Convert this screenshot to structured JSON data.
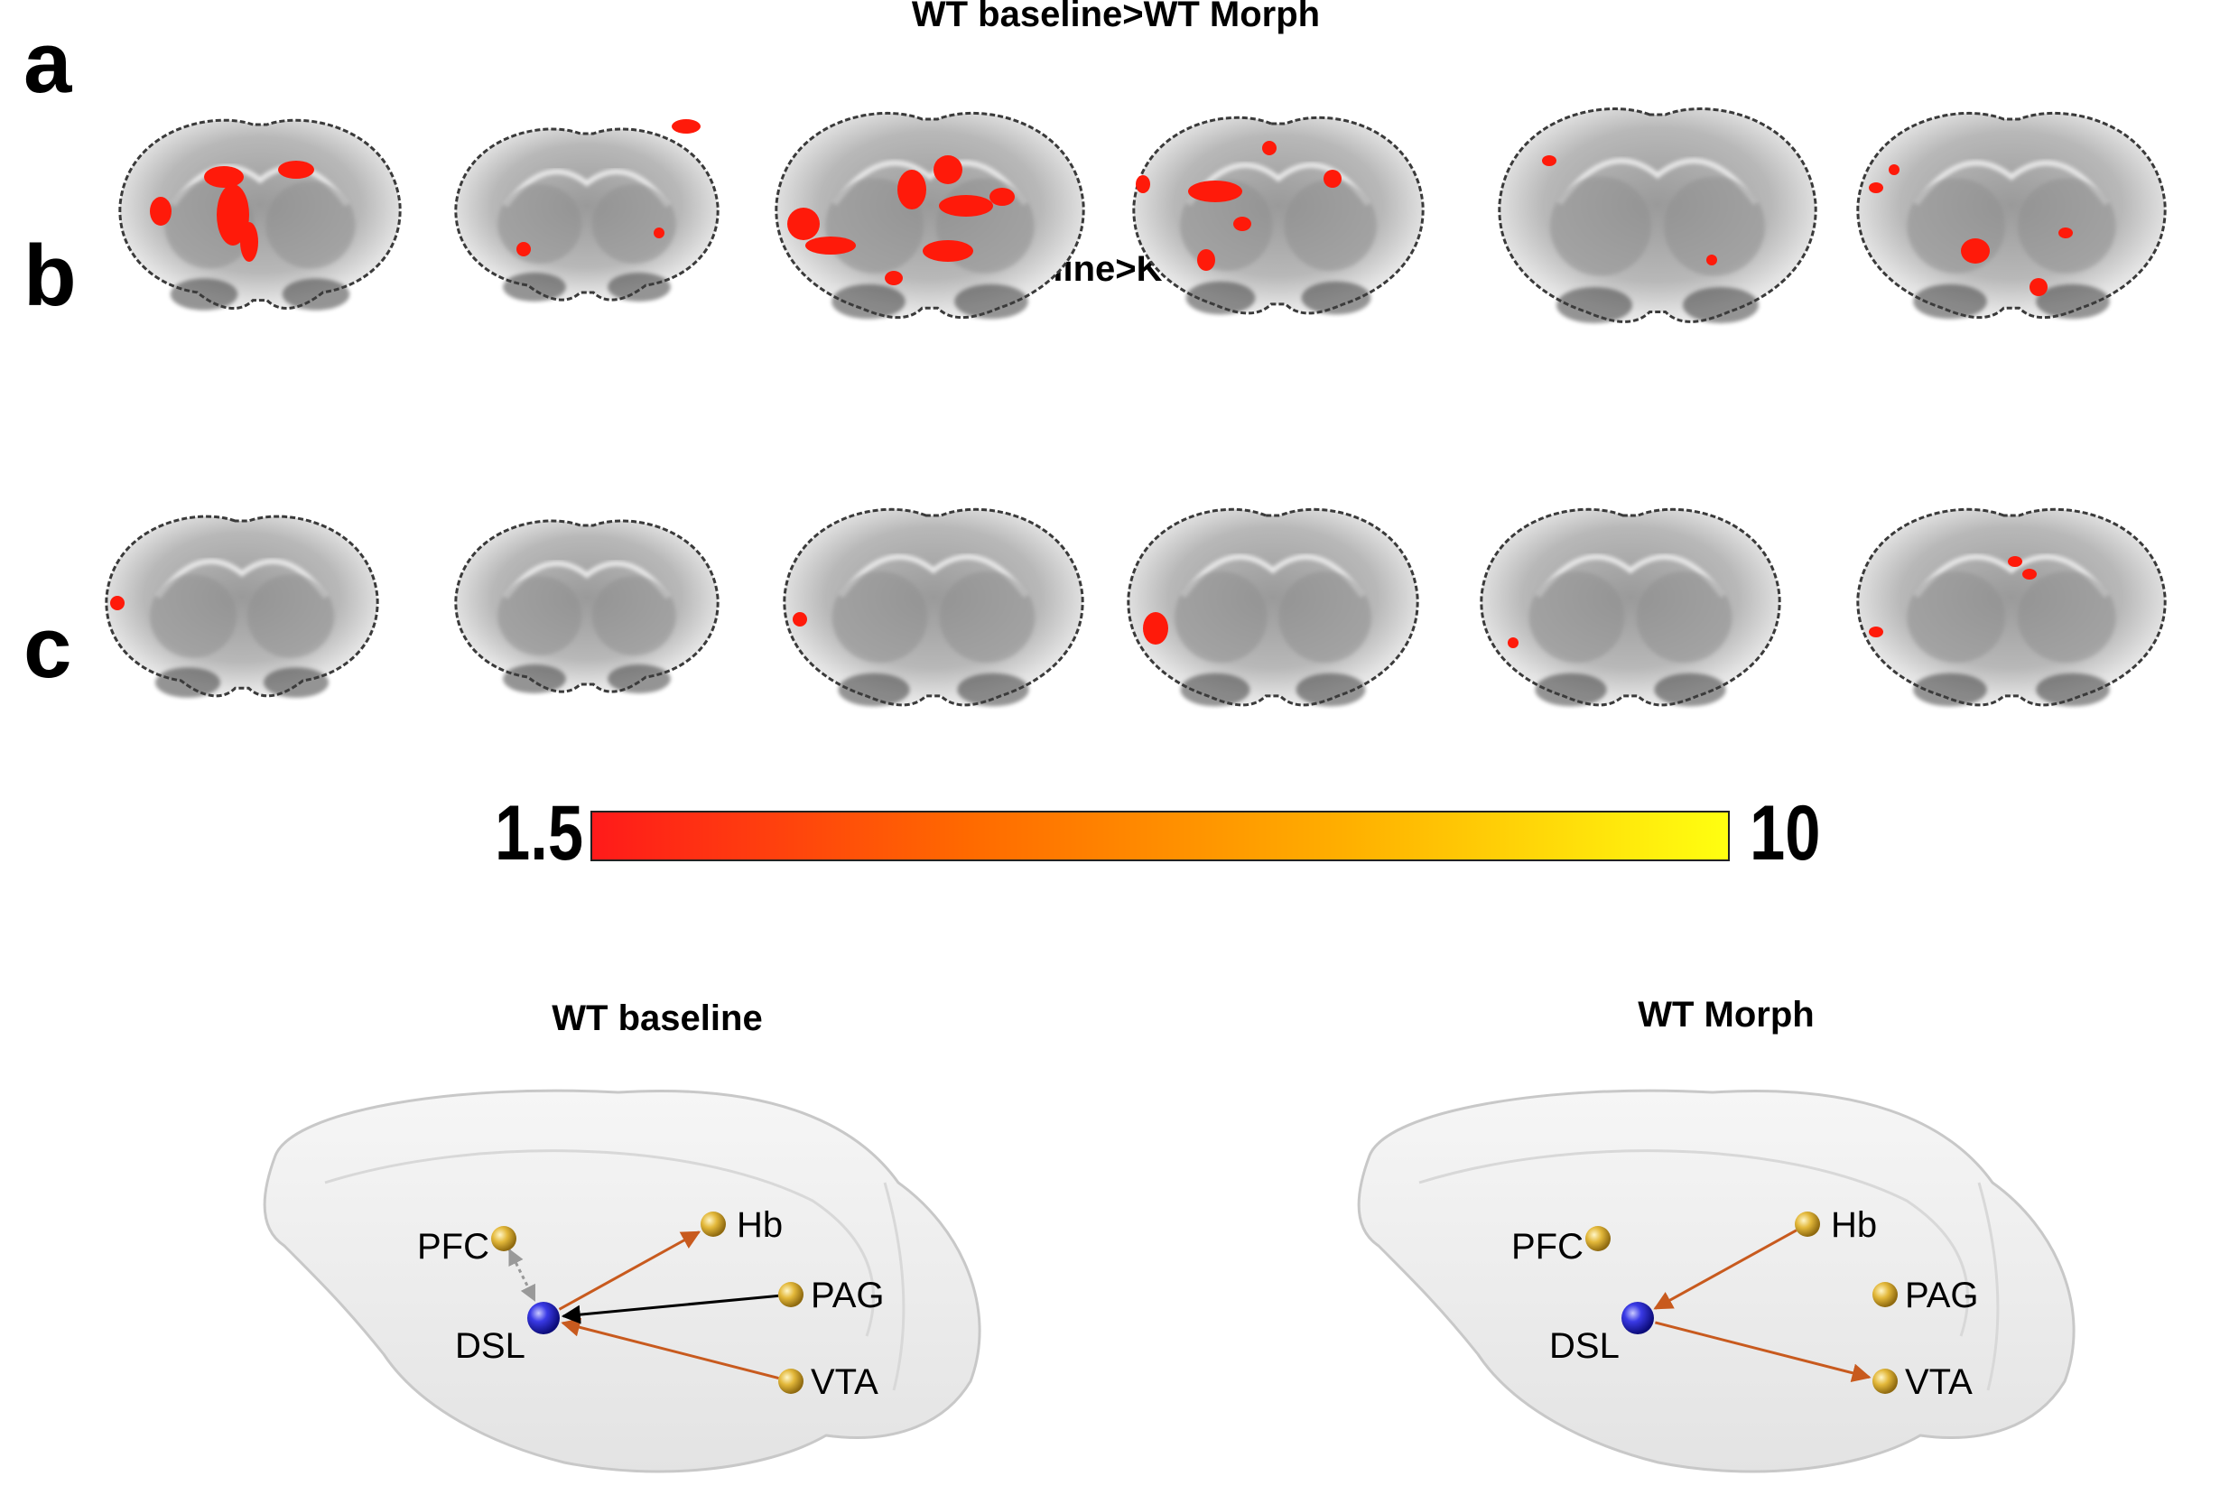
{
  "panels": {
    "a": {
      "letter": "a",
      "title": "WT baseline>WT Morph",
      "slices": [
        {
          "name": "slice-1",
          "shape": "front"
        },
        {
          "name": "slice-2",
          "shape": "front"
        },
        {
          "name": "slice-3",
          "shape": "mid"
        },
        {
          "name": "slice-4",
          "shape": "mid"
        },
        {
          "name": "slice-5",
          "shape": "back"
        },
        {
          "name": "slice-6",
          "shape": "back"
        }
      ]
    },
    "b": {
      "letter": "b",
      "title": "KO baseline>KO Morph",
      "slices": [
        {
          "name": "slice-1",
          "shape": "front"
        },
        {
          "name": "slice-2",
          "shape": "front"
        },
        {
          "name": "slice-3",
          "shape": "back"
        },
        {
          "name": "slice-4",
          "shape": "mid"
        },
        {
          "name": "slice-5",
          "shape": "back"
        },
        {
          "name": "slice-6",
          "shape": "back"
        }
      ]
    },
    "colorbar": {
      "min_label": "1.5",
      "max_label": "10",
      "colors": [
        "#ff1a1a",
        "#ff6a00",
        "#ffb000",
        "#ffff10"
      ]
    },
    "c": {
      "letter": "c",
      "networks": [
        {
          "title": "WT baseline",
          "nodes": [
            "PFC",
            "DSL",
            "Hb",
            "PAG",
            "VTA"
          ],
          "edges": [
            {
              "from": "DSL",
              "to": "Hb",
              "color": "#c85a1e"
            },
            {
              "from": "VTA",
              "to": "DSL",
              "color": "#c85a1e"
            },
            {
              "from": "PAG",
              "to": "DSL",
              "color": "#000000"
            },
            {
              "from": "PFC",
              "to": "DSL",
              "color": "#999999",
              "style": "bidirectional"
            }
          ]
        },
        {
          "title": "WT Morph",
          "nodes": [
            "PFC",
            "DSL",
            "Hb",
            "PAG",
            "VTA"
          ],
          "edges": [
            {
              "from": "Hb",
              "to": "DSL",
              "color": "#c85a1e"
            },
            {
              "from": "DSL",
              "to": "VTA",
              "color": "#c85a1e"
            }
          ]
        }
      ],
      "node_colors": {
        "hub": "#2a2ad8",
        "other": "#d7a928"
      }
    }
  }
}
